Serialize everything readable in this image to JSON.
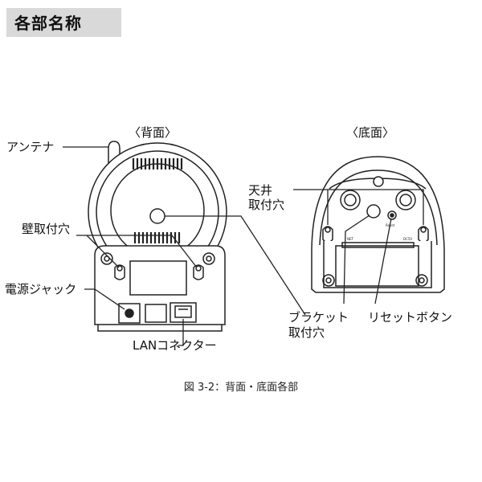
{
  "section": {
    "title": "各部名称"
  },
  "views": {
    "back": {
      "title": "〈背面〉"
    },
    "bottom": {
      "title": "〈底面〉"
    }
  },
  "labels": {
    "antenna": "アンテナ",
    "wall_mount_hole": "壁取付穴",
    "power_jack": "電源ジャック",
    "lan_connector": "LANコネクター",
    "ceiling_mount_hole_line1": "天井",
    "ceiling_mount_hole_line2": "取付穴",
    "bracket_mount_hole_line1": "ブラケット",
    "bracket_mount_hole_line2": "取付穴",
    "reset_button": "リセットボタン",
    "device_net": "NET",
    "device_reset": "Reset",
    "device_dc": "DC5V"
  },
  "caption": "図 3-2：背面・底面各部"
}
